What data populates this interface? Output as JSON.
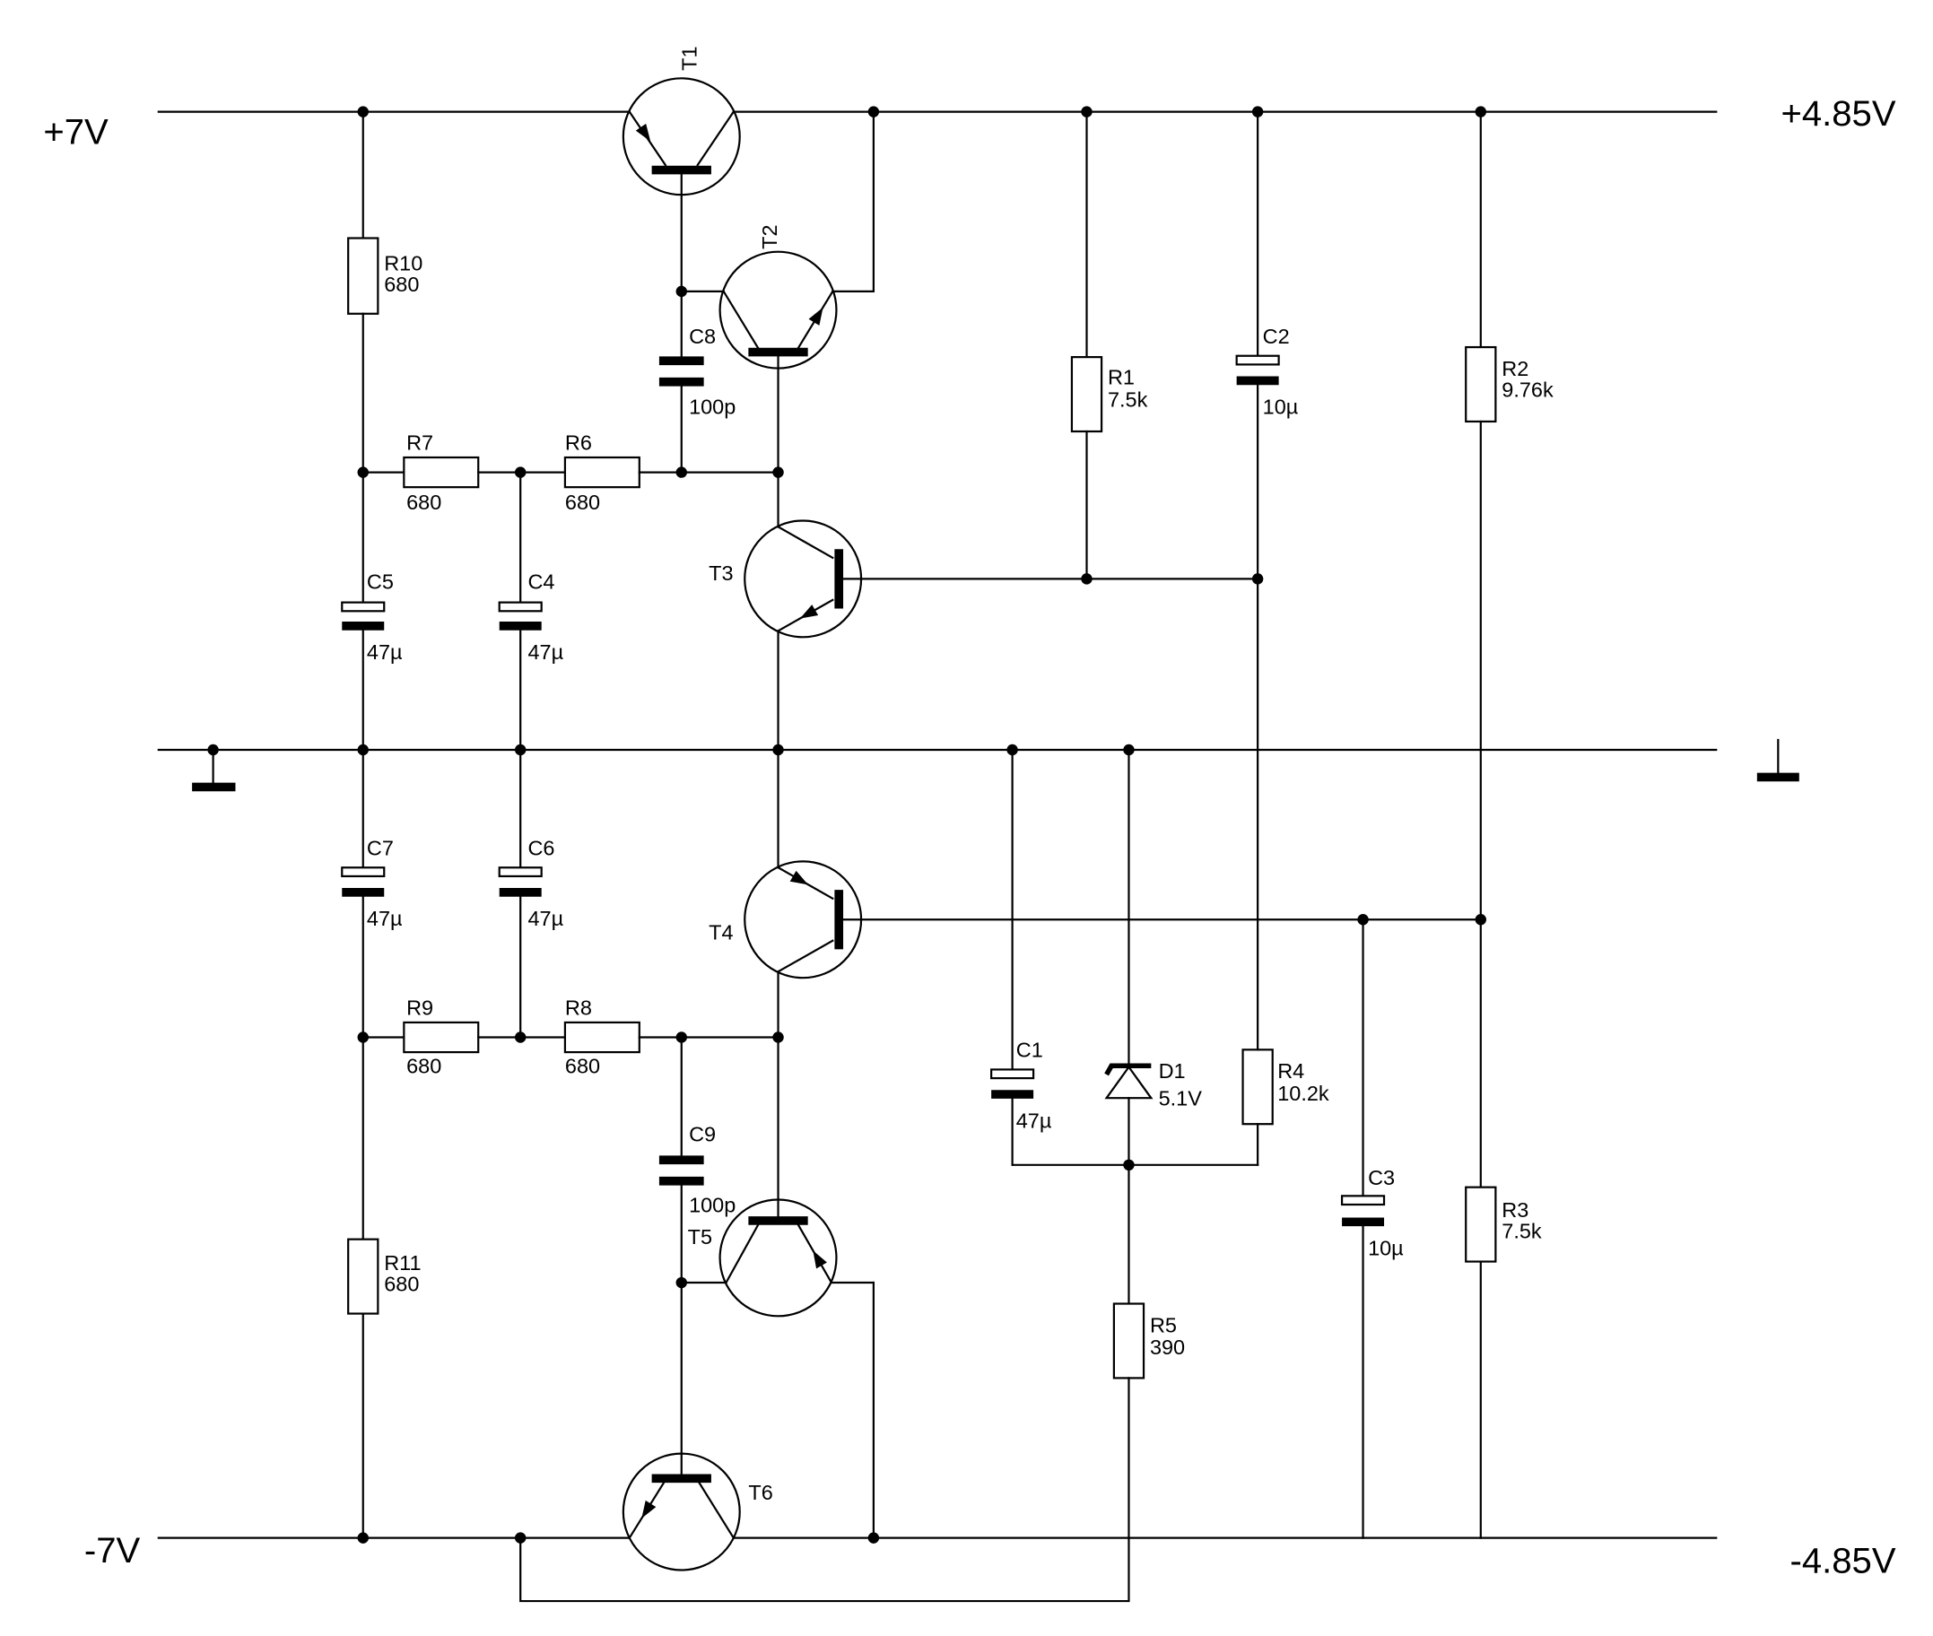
{
  "colors": {
    "ink": "#000000",
    "paper": "#ffffff"
  },
  "supply": {
    "top_input": "+7V",
    "top_output": "+4.85V",
    "bottom_input": "-7V",
    "bottom_output": "-4.85V"
  },
  "transistors": {
    "T1": "T1",
    "T2": "T2",
    "T3": "T3",
    "T4": "T4",
    "T5": "T5",
    "T6": "T6"
  },
  "resistors": {
    "R1": {
      "label": "R1",
      "value": "7.5k"
    },
    "R2": {
      "label": "R2",
      "value": "9.76k"
    },
    "R3": {
      "label": "R3",
      "value": "7.5k"
    },
    "R4": {
      "label": "R4",
      "value": "10.2k"
    },
    "R5": {
      "label": "R5",
      "value": "390"
    },
    "R6": {
      "label": "R6",
      "value": "680"
    },
    "R7": {
      "label": "R7",
      "value": "680"
    },
    "R8": {
      "label": "R8",
      "value": "680"
    },
    "R9": {
      "label": "R9",
      "value": "680"
    },
    "R10": {
      "label": "R10",
      "value": "680"
    },
    "R11": {
      "label": "R11",
      "value": "680"
    }
  },
  "capacitors": {
    "C1": {
      "label": "C1",
      "value": "47µ"
    },
    "C2": {
      "label": "C2",
      "value": "10µ"
    },
    "C3": {
      "label": "C3",
      "value": "10µ"
    },
    "C4": {
      "label": "C4",
      "value": "47µ"
    },
    "C5": {
      "label": "C5",
      "value": "47µ"
    },
    "C6": {
      "label": "C6",
      "value": "47µ"
    },
    "C7": {
      "label": "C7",
      "value": "47µ"
    },
    "C8": {
      "label": "C8",
      "value": "100p"
    },
    "C9": {
      "label": "C9",
      "value": "100p"
    }
  },
  "diodes": {
    "D1": {
      "label": "D1",
      "value": "5.1V"
    }
  }
}
